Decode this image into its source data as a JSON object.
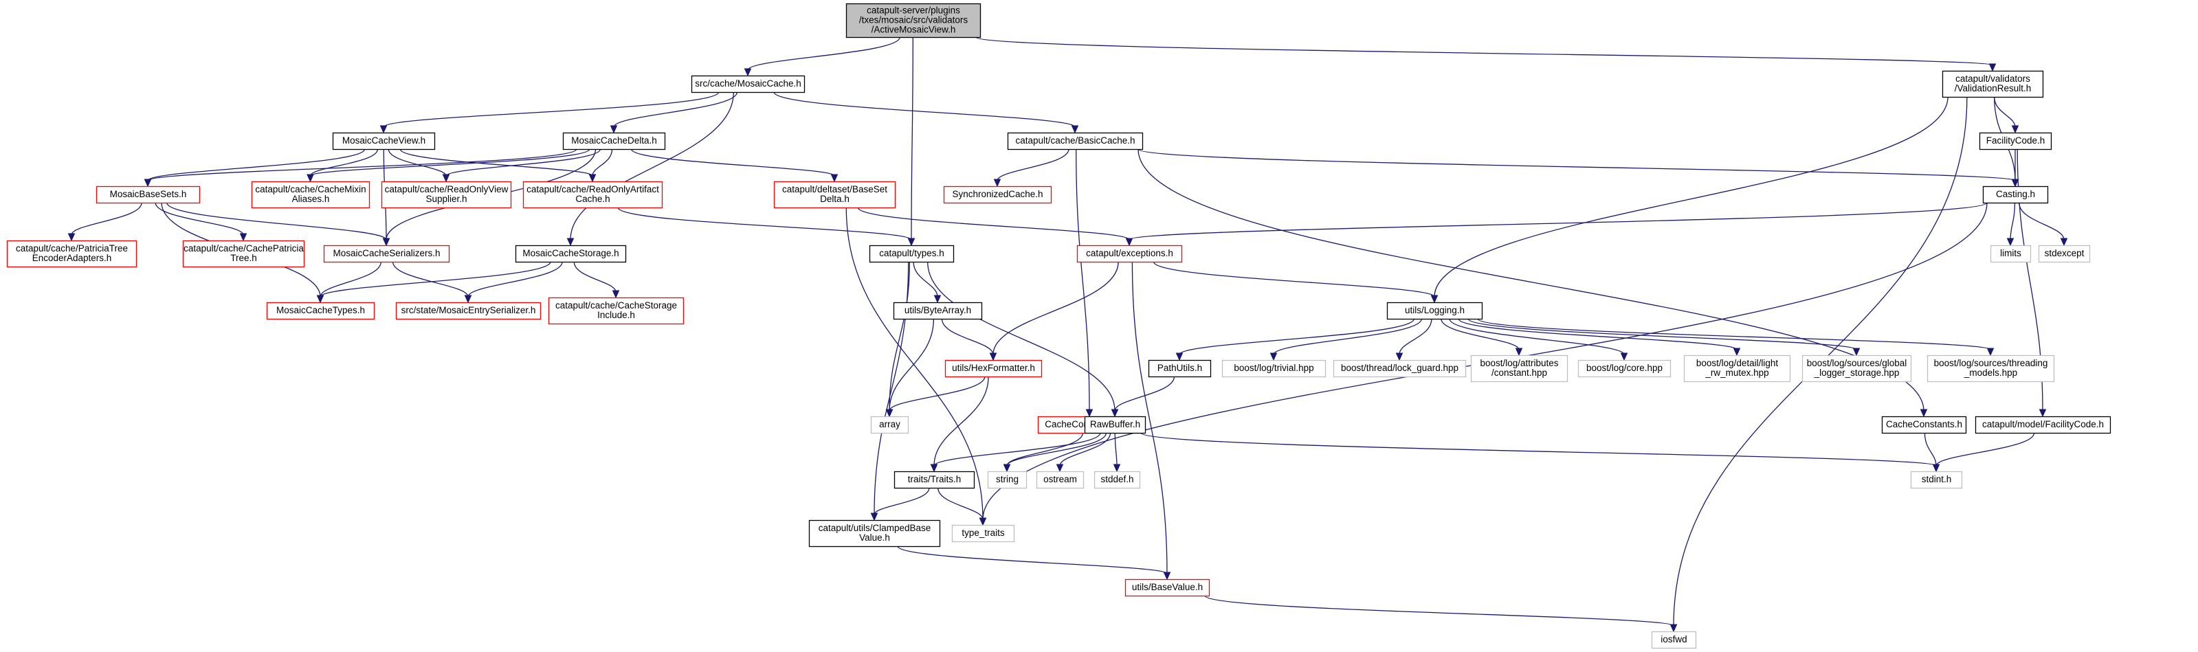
{
  "page": {
    "title": "Include dependency graph for ActiveMosaicView.h"
  },
  "colors": {
    "edge": "#191970",
    "root_fill": "#bfbfbf",
    "root_border": "#000000",
    "black_border": "#000000",
    "red_border": "#ff0000",
    "grey_border": "#bfbfbf",
    "node_fill": "#ffffff"
  },
  "legend_border_styles": [
    "root",
    "black",
    "red",
    "grey"
  ],
  "nodes": [
    {
      "id": "root",
      "lines": [
        "catapult-server/plugins",
        "/txes/mosaic/src/validators",
        "/ActiveMosaicView.h"
      ],
      "style": "root"
    },
    {
      "id": "mosaiccache",
      "lines": [
        "src/cache/MosaicCache.h"
      ],
      "style": "black"
    },
    {
      "id": "validationresult",
      "lines": [
        "catapult/validators",
        "/ValidationResult.h"
      ],
      "style": "black"
    },
    {
      "id": "mosaiccacheview",
      "lines": [
        "MosaicCacheView.h"
      ],
      "style": "black"
    },
    {
      "id": "mosaiccachedelta",
      "lines": [
        "MosaicCacheDelta.h"
      ],
      "style": "black"
    },
    {
      "id": "basiccache",
      "lines": [
        "catapult/cache/BasicCache.h"
      ],
      "style": "black"
    },
    {
      "id": "facilitycode",
      "lines": [
        "FacilityCode.h"
      ],
      "style": "black"
    },
    {
      "id": "mosaicbasesets",
      "lines": [
        "MosaicBaseSets.h"
      ],
      "style": "red"
    },
    {
      "id": "cachemixin",
      "lines": [
        "catapult/cache/CacheMixin",
        "Aliases.h"
      ],
      "style": "red"
    },
    {
      "id": "readonlyview",
      "lines": [
        "catapult/cache/ReadOnlyView",
        "Supplier.h"
      ],
      "style": "red"
    },
    {
      "id": "readonlyartifact",
      "lines": [
        "catapult/cache/ReadOnlyArtifact",
        "Cache.h"
      ],
      "style": "red"
    },
    {
      "id": "basesetdelta",
      "lines": [
        "catapult/deltaset/BaseSet",
        "Delta.h"
      ],
      "style": "red"
    },
    {
      "id": "synchronizedcache",
      "lines": [
        "SynchronizedCache.h"
      ],
      "style": "red"
    },
    {
      "id": "casting",
      "lines": [
        "Casting.h"
      ],
      "style": "black"
    },
    {
      "id": "patriciaadapters",
      "lines": [
        "catapult/cache/PatriciaTree",
        "EncoderAdapters.h"
      ],
      "style": "red"
    },
    {
      "id": "cachepatricia",
      "lines": [
        "catapult/cache/CachePatricia",
        "Tree.h"
      ],
      "style": "red"
    },
    {
      "id": "mosaiccacheserializers",
      "lines": [
        "MosaicCacheSerializers.h"
      ],
      "style": "red"
    },
    {
      "id": "mosaiccachestorage",
      "lines": [
        "MosaicCacheStorage.h"
      ],
      "style": "black"
    },
    {
      "id": "types",
      "lines": [
        "catapult/types.h"
      ],
      "style": "black"
    },
    {
      "id": "exceptions",
      "lines": [
        "catapult/exceptions.h"
      ],
      "style": "red"
    },
    {
      "id": "limits",
      "lines": [
        "limits"
      ],
      "style": "grey"
    },
    {
      "id": "stdexcept",
      "lines": [
        "stdexcept"
      ],
      "style": "grey"
    },
    {
      "id": "mosaiccachetypes",
      "lines": [
        "MosaicCacheTypes.h"
      ],
      "style": "red"
    },
    {
      "id": "mosaicentryserializer",
      "lines": [
        "src/state/MosaicEntrySerializer.h"
      ],
      "style": "red"
    },
    {
      "id": "cachestorageinclude",
      "lines": [
        "catapult/cache/CacheStorage",
        "Include.h"
      ],
      "style": "red"
    },
    {
      "id": "bytearray",
      "lines": [
        "utils/ByteArray.h"
      ],
      "style": "black"
    },
    {
      "id": "logging",
      "lines": [
        "utils/Logging.h"
      ],
      "style": "black"
    },
    {
      "id": "hexformatter",
      "lines": [
        "utils/HexFormatter.h"
      ],
      "style": "red"
    },
    {
      "id": "pathutils",
      "lines": [
        "PathUtils.h"
      ],
      "style": "black"
    },
    {
      "id": "logtrivial",
      "lines": [
        "boost/log/trivial.hpp"
      ],
      "style": "grey"
    },
    {
      "id": "lockguard",
      "lines": [
        "boost/thread/lock_guard.hpp"
      ],
      "style": "grey"
    },
    {
      "id": "logattributes",
      "lines": [
        "boost/log/attributes",
        "/constant.hpp"
      ],
      "style": "grey"
    },
    {
      "id": "logcore",
      "lines": [
        "boost/log/core.hpp"
      ],
      "style": "grey"
    },
    {
      "id": "lightrwmutex",
      "lines": [
        "boost/log/detail/light",
        "_rw_mutex.hpp"
      ],
      "style": "grey"
    },
    {
      "id": "globallogger",
      "lines": [
        "boost/log/sources/global",
        "_logger_storage.hpp"
      ],
      "style": "grey"
    },
    {
      "id": "threadingmodels",
      "lines": [
        "boost/log/sources/threading",
        "_models.hpp"
      ],
      "style": "grey"
    },
    {
      "id": "array",
      "lines": [
        "array"
      ],
      "style": "grey"
    },
    {
      "id": "cacheconfiguration",
      "lines": [
        "CacheConfiguration.h"
      ],
      "style": "red"
    },
    {
      "id": "rawbuffer",
      "lines": [
        "RawBuffer.h"
      ],
      "style": "black"
    },
    {
      "id": "cacheconstants",
      "lines": [
        "CacheConstants.h"
      ],
      "style": "black"
    },
    {
      "id": "modelfacilitycode",
      "lines": [
        "catapult/model/FacilityCode.h"
      ],
      "style": "black"
    },
    {
      "id": "traits",
      "lines": [
        "traits/Traits.h"
      ],
      "style": "black"
    },
    {
      "id": "string",
      "lines": [
        "string"
      ],
      "style": "grey"
    },
    {
      "id": "ostream",
      "lines": [
        "ostream"
      ],
      "style": "grey"
    },
    {
      "id": "stddef",
      "lines": [
        "stddef.h"
      ],
      "style": "grey"
    },
    {
      "id": "stdint",
      "lines": [
        "stdint.h"
      ],
      "style": "grey"
    },
    {
      "id": "clampedbasevalue",
      "lines": [
        "catapult/utils/ClampedBase",
        "Value.h"
      ],
      "style": "black"
    },
    {
      "id": "typetraits",
      "lines": [
        "type_traits"
      ],
      "style": "grey"
    },
    {
      "id": "basevalue",
      "lines": [
        "utils/BaseValue.h"
      ],
      "style": "red"
    },
    {
      "id": "iosfwd",
      "lines": [
        "iosfwd"
      ],
      "style": "grey"
    }
  ]
}
